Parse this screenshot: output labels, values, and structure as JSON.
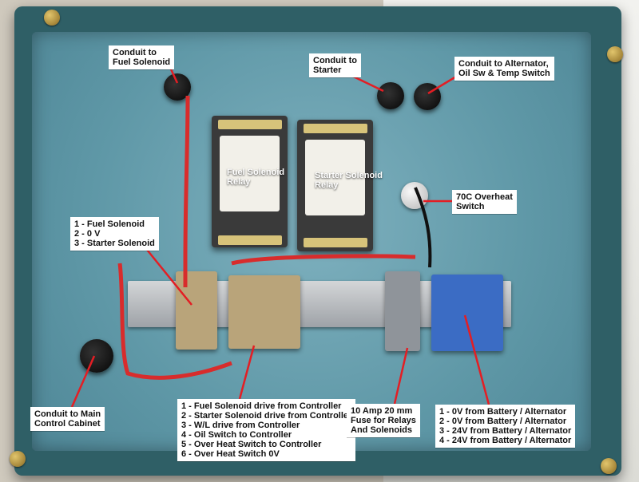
{
  "labels": {
    "fuel_conduit": {
      "lines": [
        "Conduit to",
        "Fuel Solenoid"
      ]
    },
    "starter_conduit": {
      "lines": [
        "Conduit to",
        "Starter"
      ]
    },
    "alternator_conduit": {
      "lines": [
        "Conduit to Alternator,",
        "Oil Sw & Temp Switch"
      ]
    },
    "fuel_relay": {
      "lines": [
        "Fuel Solenoid",
        "Relay"
      ]
    },
    "starter_relay": {
      "lines": [
        "Starter Solenoid",
        "Relay"
      ]
    },
    "overheat_switch": {
      "lines": [
        "70C Overheat",
        "Switch"
      ]
    },
    "left_terminals": {
      "lines": [
        "1 - Fuel Solenoid",
        "2 - 0 V",
        "3 - Starter Solenoid"
      ]
    },
    "main_cabinet": {
      "lines": [
        "Conduit to Main",
        "Control Cabinet"
      ]
    },
    "controller_terminals": {
      "lines": [
        "1 - Fuel Solenoid drive from Controller",
        "2 - Starter Solenoid drive from Controller",
        "3 - W/L drive from Controller",
        "4 - Oil Switch to Controller",
        "5 - Over Heat Switch to Controller",
        "6 - Over Heat Switch 0V"
      ]
    },
    "fuse": {
      "lines": [
        "10 Amp 20 mm",
        "Fuse for Relays",
        "And Solenoids"
      ]
    },
    "battery_terminals": {
      "lines": [
        "1 - 0V from Battery / Alternator",
        "2 - 0V from Battery / Alternator",
        "3 - 24V from Battery / Alternator",
        "4 - 24V from Battery / Alternator"
      ]
    }
  },
  "colors": {
    "enclosure": "#2f5f66",
    "panel": "#6ea6b5",
    "annotation_line": "#e31e24",
    "wire_red": "#d82c2c"
  }
}
